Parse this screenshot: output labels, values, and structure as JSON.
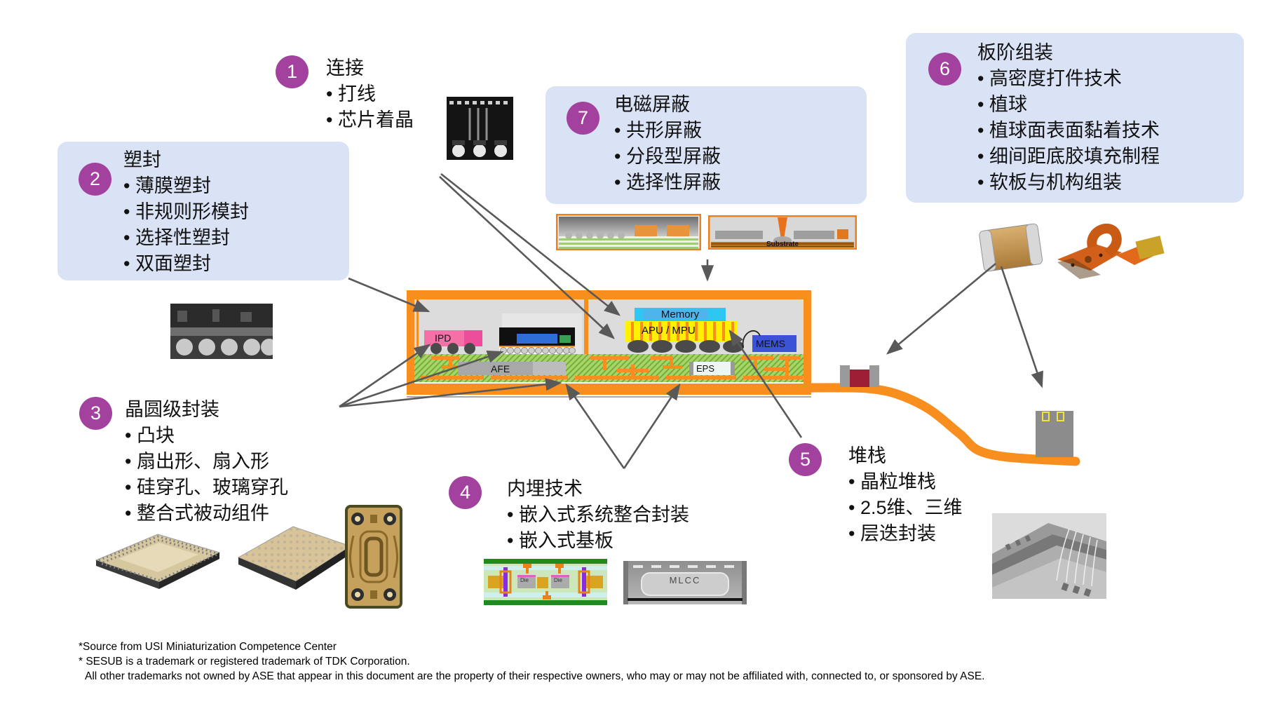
{
  "callouts": [
    {
      "num": "1",
      "title": "连接",
      "items": [
        "打线",
        "芯片着晶"
      ]
    },
    {
      "num": "2",
      "title": "塑封",
      "items": [
        "薄膜塑封",
        "非规则形模封",
        "选择性塑封",
        "双面塑封"
      ]
    },
    {
      "num": "3",
      "title": "晶圆级封装",
      "items": [
        "凸块",
        "扇出形、扇入形",
        "硅穿孔、玻璃穿孔",
        "整合式被动组件"
      ]
    },
    {
      "num": "4",
      "title": "内埋技术",
      "items": [
        "嵌入式系统整合封装",
        "嵌入式基板"
      ]
    },
    {
      "num": "5",
      "title": "堆栈",
      "items": [
        "晶粒堆栈",
        "2.5维、三维",
        "层迭封装"
      ]
    },
    {
      "num": "6",
      "title": "板阶组装",
      "items": [
        "高密度打件技术",
        "植球",
        "植球面表面黏着技术",
        "细间距底胶填充制程",
        "软板与机构组装"
      ]
    },
    {
      "num": "7",
      "title": "电磁屏蔽",
      "items": [
        "共形屏蔽",
        "分段型屏蔽",
        "选择性屏蔽"
      ]
    }
  ],
  "diagram_labels": {
    "ipd": "IPD",
    "memory": "Memory",
    "apu": "APU / MPU",
    "mems": "MEMS",
    "afe": "AFE",
    "eps": "EPS",
    "substrate": "Substrate",
    "die1": "Die",
    "die2": "Die",
    "mlcc": "MLCC"
  },
  "footer": {
    "line1": "*Source from USI Miniaturization Competence Center",
    "line2": "* SESUB is a trademark or registered trademark of TDK Corporation.",
    "line3": "All other trademarks not owned by ASE that appear in this document are the property of their respective owners, who may or may not be affiliated with, connected to, or sponsored by ASE."
  },
  "colors": {
    "accent_purple": "#A2429E",
    "callout_box_blue": "#D9E3F5",
    "package_orange": "#F78E1E",
    "arrow_gray": "#595959",
    "substrate_green": "#A6D468",
    "apu_yellow": "#FFF100",
    "memory_cyan": "#2EC6F2",
    "mems_blue": "#3C53D8",
    "ipd_pink": "#F470A6"
  }
}
